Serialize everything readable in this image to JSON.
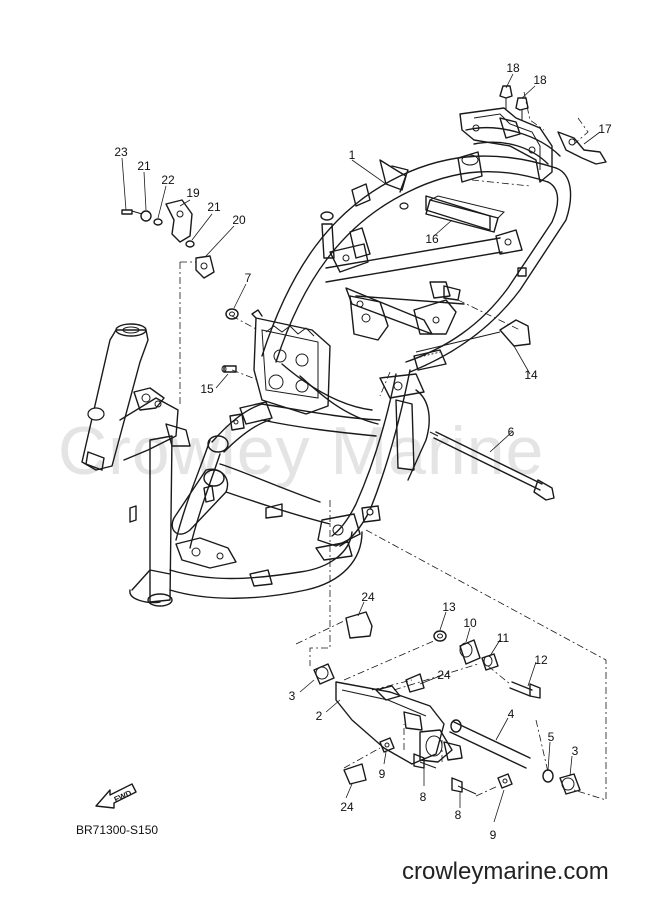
{
  "watermark": "Crowley Marine",
  "reference_code": "BR71300-S150",
  "site": "crowleymarine.com",
  "fwd_label": "FWD",
  "callouts": [
    {
      "id": "c1",
      "label": "1"
    },
    {
      "id": "c2",
      "label": "2"
    },
    {
      "id": "c3a",
      "label": "3"
    },
    {
      "id": "c3b",
      "label": "3"
    },
    {
      "id": "c4",
      "label": "4"
    },
    {
      "id": "c5",
      "label": "5"
    },
    {
      "id": "c6",
      "label": "6"
    },
    {
      "id": "c7",
      "label": "7"
    },
    {
      "id": "c8a",
      "label": "8"
    },
    {
      "id": "c8b",
      "label": "8"
    },
    {
      "id": "c9a",
      "label": "9"
    },
    {
      "id": "c9b",
      "label": "9"
    },
    {
      "id": "c10",
      "label": "10"
    },
    {
      "id": "c11",
      "label": "11"
    },
    {
      "id": "c12",
      "label": "12"
    },
    {
      "id": "c13",
      "label": "13"
    },
    {
      "id": "c14",
      "label": "14"
    },
    {
      "id": "c15",
      "label": "15"
    },
    {
      "id": "c16",
      "label": "16"
    },
    {
      "id": "c17",
      "label": "17"
    },
    {
      "id": "c18a",
      "label": "18"
    },
    {
      "id": "c18b",
      "label": "18"
    },
    {
      "id": "c19",
      "label": "19"
    },
    {
      "id": "c20",
      "label": "20"
    },
    {
      "id": "c21a",
      "label": "21"
    },
    {
      "id": "c21b",
      "label": "21"
    },
    {
      "id": "c22",
      "label": "22"
    },
    {
      "id": "c23",
      "label": "23"
    },
    {
      "id": "c24a",
      "label": "24"
    },
    {
      "id": "c24b",
      "label": "24"
    },
    {
      "id": "c24c",
      "label": "24"
    }
  ]
}
